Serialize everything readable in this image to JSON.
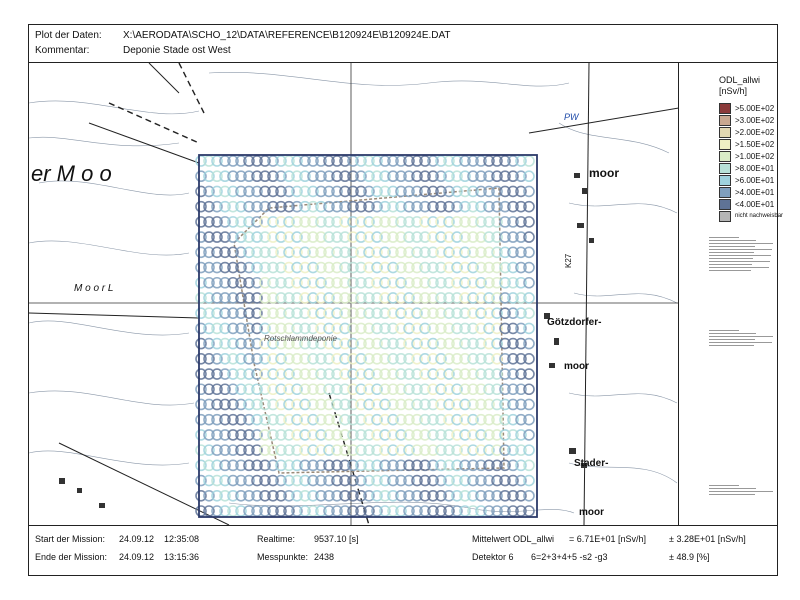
{
  "header": {
    "plot_label": "Plot der Daten:",
    "plot_value": "X:\\AERODATA\\SCHO_12\\DATA\\REFERENCE\\B120924E\\B120924E.DAT",
    "comment_label": "Kommentar:",
    "comment_value": "Deponie Stade ost West"
  },
  "legend": {
    "title_line1": "ODL_allwi",
    "title_line2": "[nSv/h]",
    "items": [
      {
        "label": ">5.00E+02",
        "color": "#8b3a3a"
      },
      {
        "label": ">3.00E+02",
        "color": "#c9a890"
      },
      {
        "label": ">2.00E+02",
        "color": "#e2d8b2"
      },
      {
        "label": ">1.50E+02",
        "color": "#eef0c4"
      },
      {
        "label": ">1.00E+02",
        "color": "#d9ecc8"
      },
      {
        "label": ">8.00E+01",
        "color": "#b8e2d8"
      },
      {
        "label": ">6.00E+01",
        "color": "#9fd2dd"
      },
      {
        "label": ">4.00E+01",
        "color": "#7f9fbd"
      },
      {
        "label": "<4.00E+01",
        "color": "#5f7396"
      },
      {
        "label": "nicht nachweisbar",
        "color": "#b5b5b5"
      }
    ]
  },
  "map_labels": {
    "moor_big": "er  M o o",
    "moor_right": "moor",
    "pw": "PW",
    "k27": "K27",
    "moorl": "M o o r L",
    "goetzdorfer": "Götzdorfer-",
    "moor_mid": "moor",
    "deponie": "Rotschlammdeponie",
    "stader": "Stader-",
    "moor_bottom": "moor"
  },
  "footer": {
    "start_label": "Start der Mission:",
    "start_date": "24.09.12",
    "start_time": "12:35:08",
    "end_label": "Ende der Mission:",
    "end_date": "24.09.12",
    "end_time": "13:15:36",
    "realtime_label": "Realtime:",
    "realtime_value": "9537.10 [s]",
    "points_label": "Messpunkte:",
    "points_value": "2438",
    "mean_label": "Mittelwert ODL_allwi",
    "mean_value": "= 6.71E+01 [nSv/h]",
    "mean_err": "± 3.28E+01 [nSv/h]",
    "detector_label": "Detektor 6",
    "detector_value": "6=2+3+4+5 -s2 -g3",
    "detector_err": "± 48.9 [%]"
  }
}
